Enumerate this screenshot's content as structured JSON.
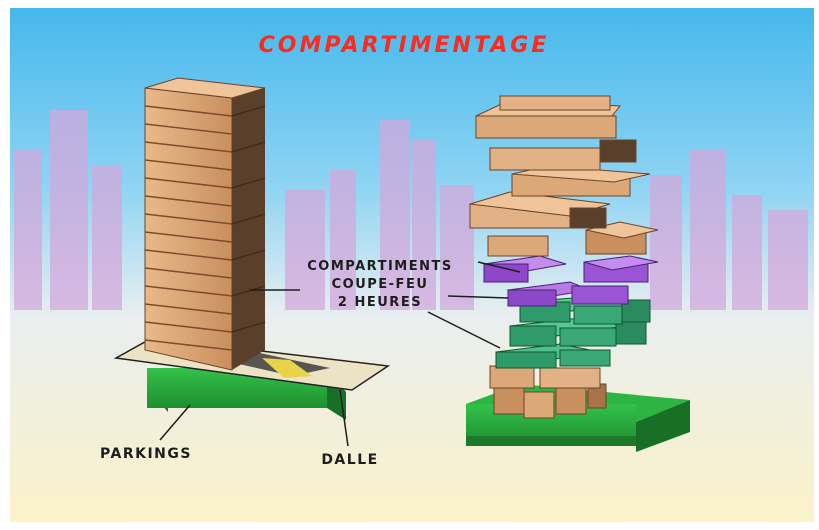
{
  "title": "COMPARTIMENTAGE",
  "labels": {
    "compartments_line1": "COMPARTIMENTS",
    "compartments_line2": "COUPE-FEU",
    "compartments_line3": "2 HEURES",
    "parkings": "PARKINGS",
    "dalle": "DALLE"
  },
  "colors": {
    "title": "#ff2a1e",
    "wood": "#dca878",
    "fire_compartment": "#9a4fd0",
    "parking": "#27a83a",
    "slab_stripe": "#e8d24a"
  }
}
